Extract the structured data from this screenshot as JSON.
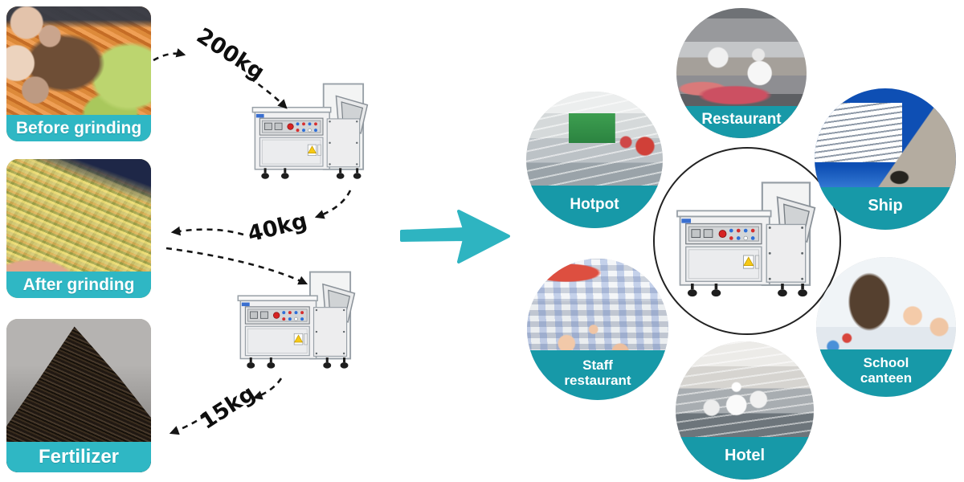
{
  "colors": {
    "caption_teal": "#2fb7c4",
    "circle_band_teal": "#1799a8",
    "big_arrow_teal": "#2eb4c1",
    "dashed_arrow_black": "#151515"
  },
  "flow": {
    "stages": [
      {
        "label": "Before grinding",
        "weight": "200kg"
      },
      {
        "label": "After grinding",
        "weight": "40kg"
      },
      {
        "label": "Fertilizer",
        "weight": "15kg"
      }
    ]
  },
  "applications": [
    {
      "label": "Restaurant",
      "label2": ""
    },
    {
      "label": "Hotpot",
      "label2": ""
    },
    {
      "label": "Ship",
      "label2": ""
    },
    {
      "label": "Staff",
      "label2": "restaurant"
    },
    {
      "label": "School",
      "label2": "canteen"
    },
    {
      "label": "Hotel",
      "label2": ""
    }
  ]
}
